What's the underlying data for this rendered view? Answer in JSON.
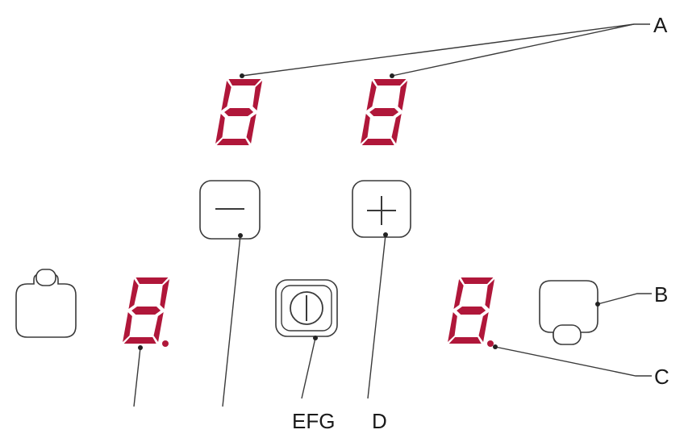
{
  "colors": {
    "segment_on": "#b0173a",
    "outline": "#3a3a3a",
    "leader_line": "#3a3a3a",
    "label_text": "#1a1a1a",
    "background": "#ffffff"
  },
  "labels": {
    "a": "A",
    "b": "B",
    "c": "C",
    "efg": "EFG",
    "d": "D"
  },
  "displays": {
    "top_left": {
      "digit": "8",
      "decimal_point": false
    },
    "top_right": {
      "digit": "8",
      "decimal_point": false
    },
    "bottom_left": {
      "digit": "8",
      "decimal_point": true
    },
    "bottom_right": {
      "digit": "8",
      "decimal_point": true
    }
  },
  "keys": {
    "minus": {
      "icon": "minus-icon"
    },
    "plus": {
      "icon": "plus-icon"
    },
    "power": {
      "icon": "power-icon"
    },
    "cooking_zone_left": {
      "icon": "cooking-zone-icon"
    },
    "cooking_zone_right": {
      "icon": "cooking-zone-icon"
    }
  }
}
